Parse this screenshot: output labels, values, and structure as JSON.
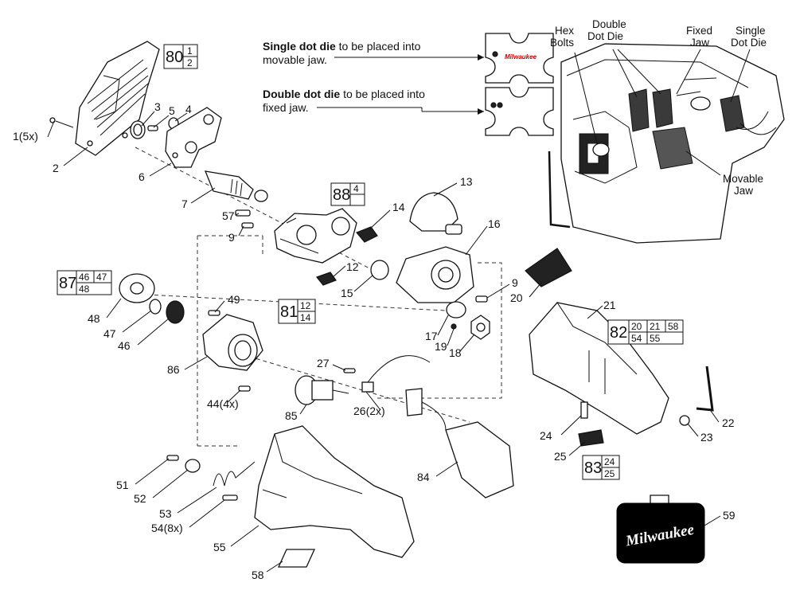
{
  "notes": {
    "single_bold": "Single dot die",
    "single_rest": " to be placed into",
    "single_line2": "movable jaw.",
    "double_bold": "Double dot die",
    "double_rest": " to be placed into",
    "double_line2": "fixed jaw."
  },
  "inset_labels": {
    "hex_bolts": [
      "Hex",
      "Bolts"
    ],
    "double_dot_die": [
      "Double",
      "Dot Die"
    ],
    "fixed_jaw": [
      "Fixed",
      "Jaw"
    ],
    "single_dot_die": [
      "Single",
      "Dot Die"
    ],
    "movable_jaw": [
      "Movable",
      "Jaw"
    ]
  },
  "part_labels": {
    "p1": "1(5x)",
    "p2": "2",
    "p3": "3",
    "p4": "4",
    "p5": "5",
    "p6": "6",
    "p7": "7",
    "p57": "57",
    "p9a": "9",
    "p9b": "9",
    "p12": "12",
    "p13": "13",
    "p14": "14",
    "p15": "15",
    "p16": "16",
    "p17": "17",
    "p18": "18",
    "p19": "19",
    "p20": "20",
    "p21": "21",
    "p22": "22",
    "p23": "23",
    "p24": "24",
    "p25": "25",
    "p26": "26(2x)",
    "p27": "27",
    "p44": "44(4x)",
    "p46": "46",
    "p47": "47",
    "p48": "48",
    "p49": "49",
    "p51": "51",
    "p52": "52",
    "p53": "53",
    "p54": "54(8x)",
    "p55": "55",
    "p58": "58",
    "p59": "59",
    "p84": "84",
    "p85": "85",
    "p86": "86"
  },
  "kits": {
    "k80": {
      "num": "80",
      "subs": [
        "1",
        "2"
      ]
    },
    "k88": {
      "num": "88",
      "subs": [
        "4"
      ]
    },
    "k87": {
      "num": "87",
      "subs": [
        "46",
        "47",
        "48"
      ]
    },
    "k81": {
      "num": "81",
      "subs": [
        "12",
        "14"
      ]
    },
    "k82": {
      "num": "82",
      "subs": [
        "20",
        "21",
        "58",
        "54",
        "55"
      ]
    },
    "k83": {
      "num": "83",
      "subs": [
        "24",
        "25"
      ]
    }
  },
  "case_brand": "Milwaukee",
  "die_brand": "Milwaukee"
}
